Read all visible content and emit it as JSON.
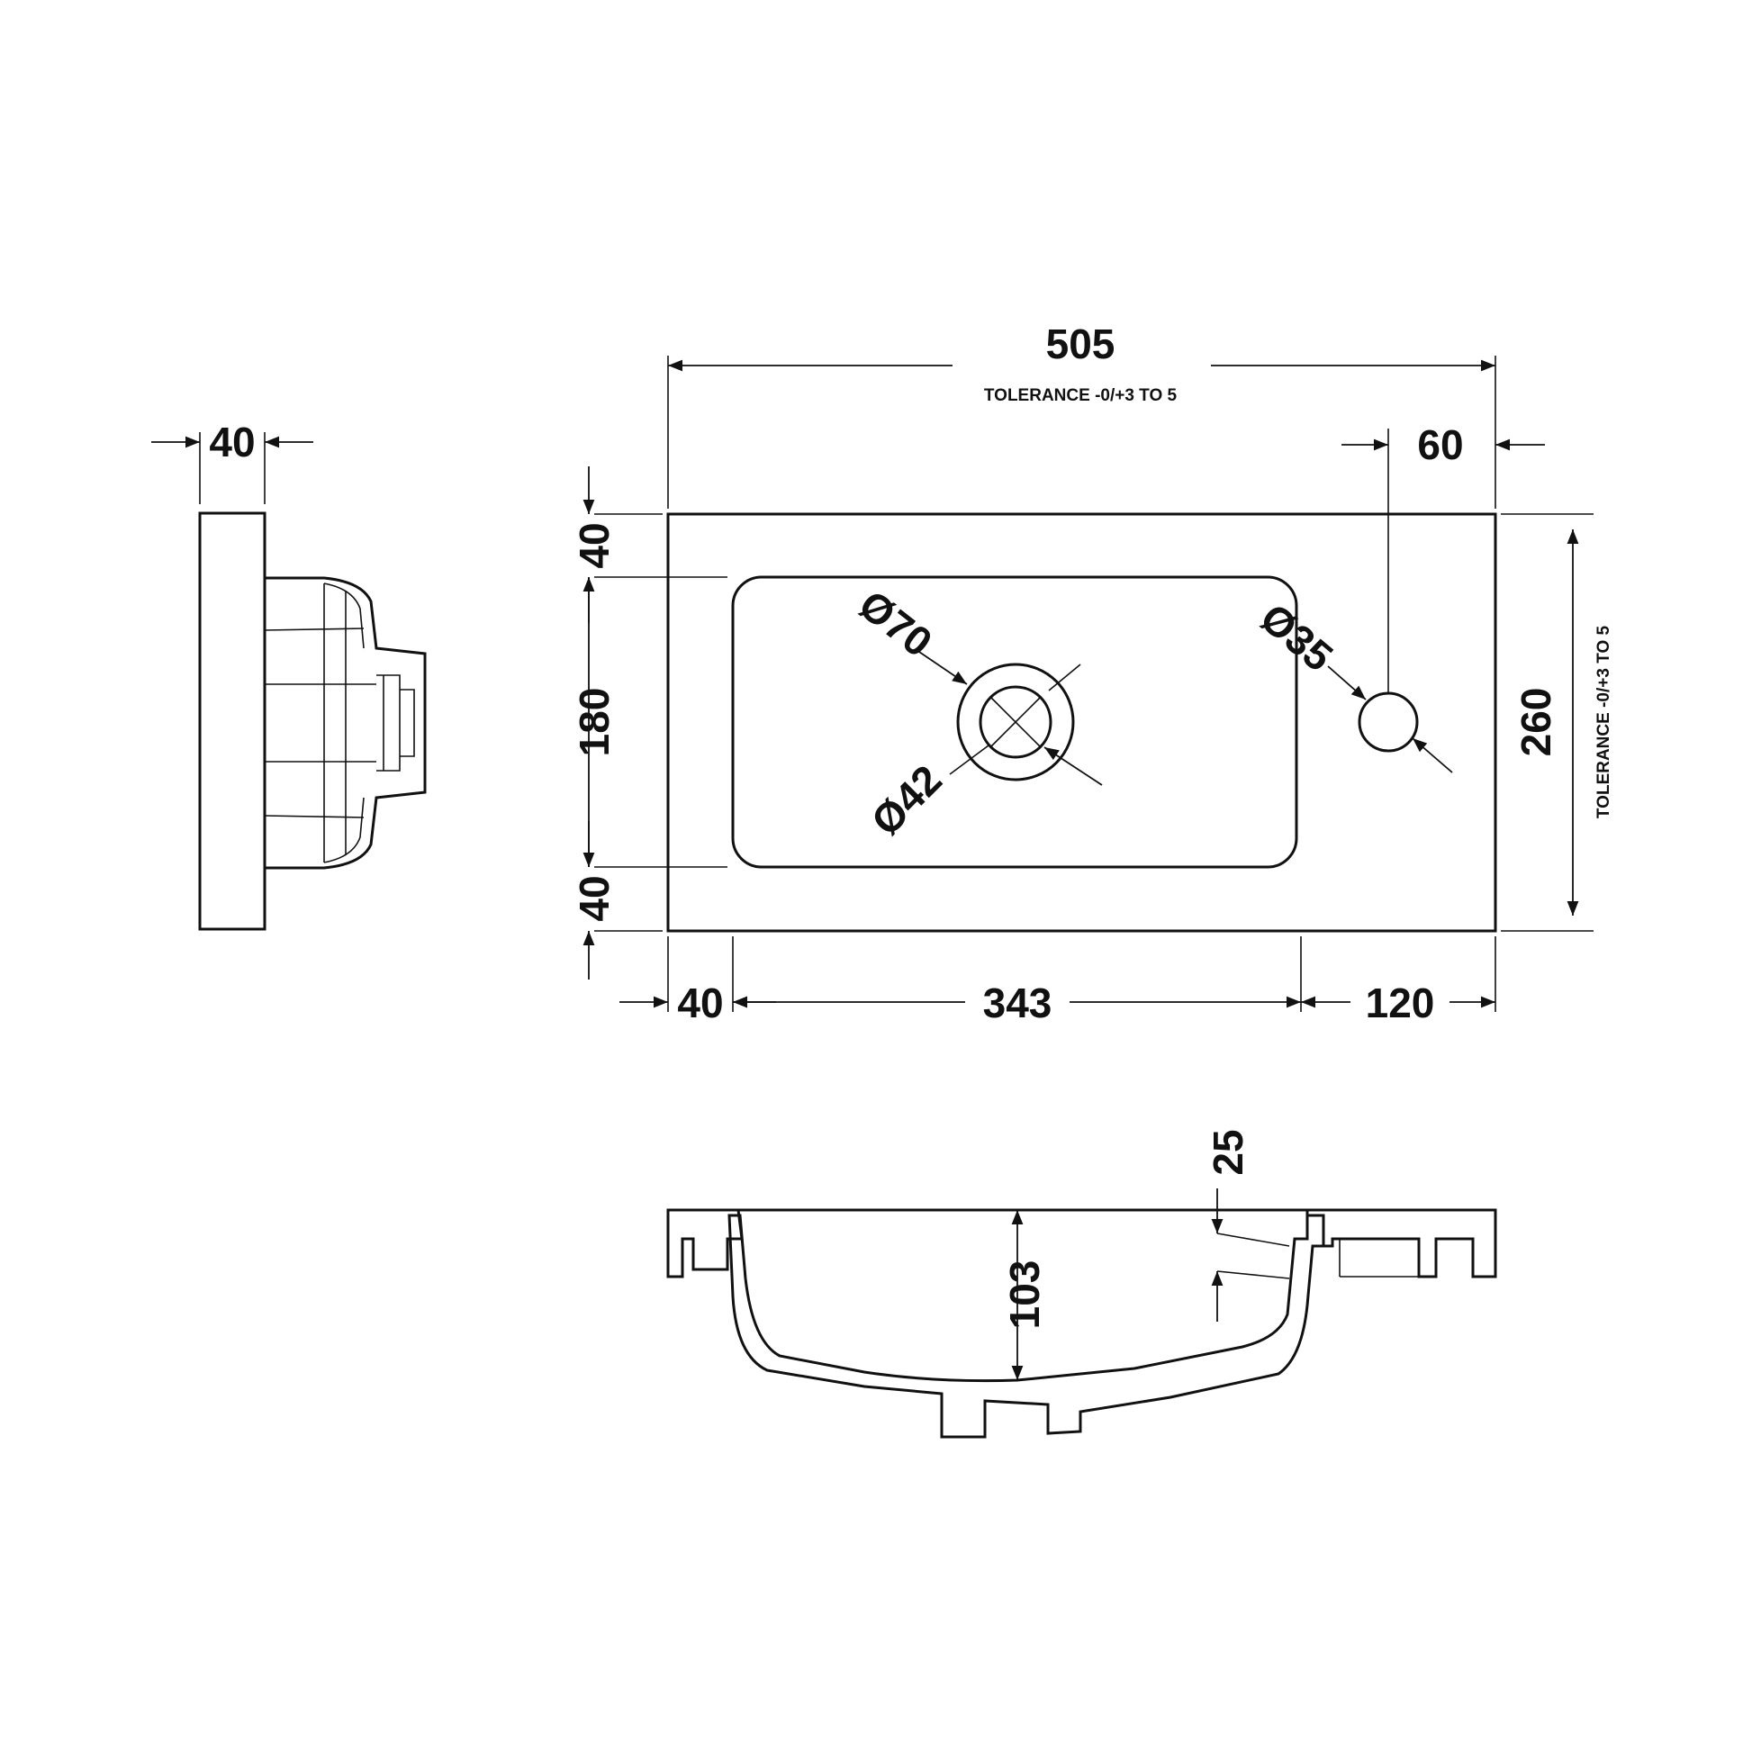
{
  "plan": {
    "width": "505",
    "width_tolerance": "TOLERANCE -0/+3 TO 5",
    "tap_offset": "60",
    "depth": "260",
    "depth_tolerance": "TOLERANCE -0/+3 TO 5",
    "rim_back": "40",
    "bowl_depth": "180",
    "rim_front": "40",
    "rim_left": "40",
    "bowl_width": "343",
    "rim_right": "120",
    "waste_outer": "Ø70",
    "waste_inner": "Ø42",
    "tap_hole": "Ø35"
  },
  "side": {
    "thickness": "40"
  },
  "section": {
    "depth": "103",
    "overflow": "25"
  }
}
